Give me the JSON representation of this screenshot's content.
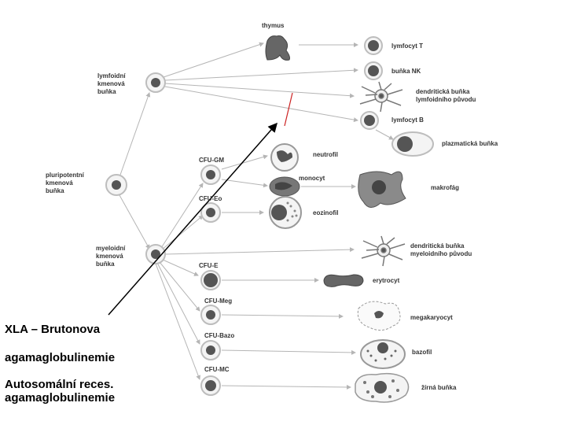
{
  "labels": {
    "thymus": "thymus",
    "lymfocyt_t": "lymfocyt T",
    "bunka_nk": "buňka NK",
    "dendriticka_lymf": "dendritická buňka\nlymfoidního původu",
    "lymfocyt_b": "lymfocyt B",
    "plazmaticka": "plazmatická buňka",
    "lymfoidni": "lymfoidní\nkmenová\nbuňka",
    "pluripotentni": "pluripotentní\nkmenová\nbuňka",
    "myeloidni": "myeloidní\nkmenová\nbuňka",
    "cfu_gm": "CFU-GM",
    "cfu_eo": "CFU-Eo",
    "cfu_e": "CFU-E",
    "cfu_meg": "CFU-Meg",
    "cfu_bazo": "CFU-Bazo",
    "cfu_mc": "CFU-MC",
    "neutrofil": "neutrofil",
    "monocyt": "monocyt",
    "makrofag": "makrofág",
    "eozinofil": "eozinofil",
    "dendriticka_myel": "dendritická buňka\nmyeloidního původu",
    "erytrocyt": "erytrocyt",
    "megakaryocyt": "megakaryocyt",
    "bazofil": "bazofil",
    "zirna": "žírná buňka"
  },
  "notes": {
    "xla": "XLA – Brutonova",
    "agama1": "agamaglobulinemie",
    "autosomal": "Autosomální reces.\nagamaglobulinemie"
  },
  "colors": {
    "line": "#b5b5b5",
    "cell_ring": "#bdbdbd",
    "nucleus": "#555555",
    "block_mark": "#cc2222",
    "pointer": "#000000"
  }
}
